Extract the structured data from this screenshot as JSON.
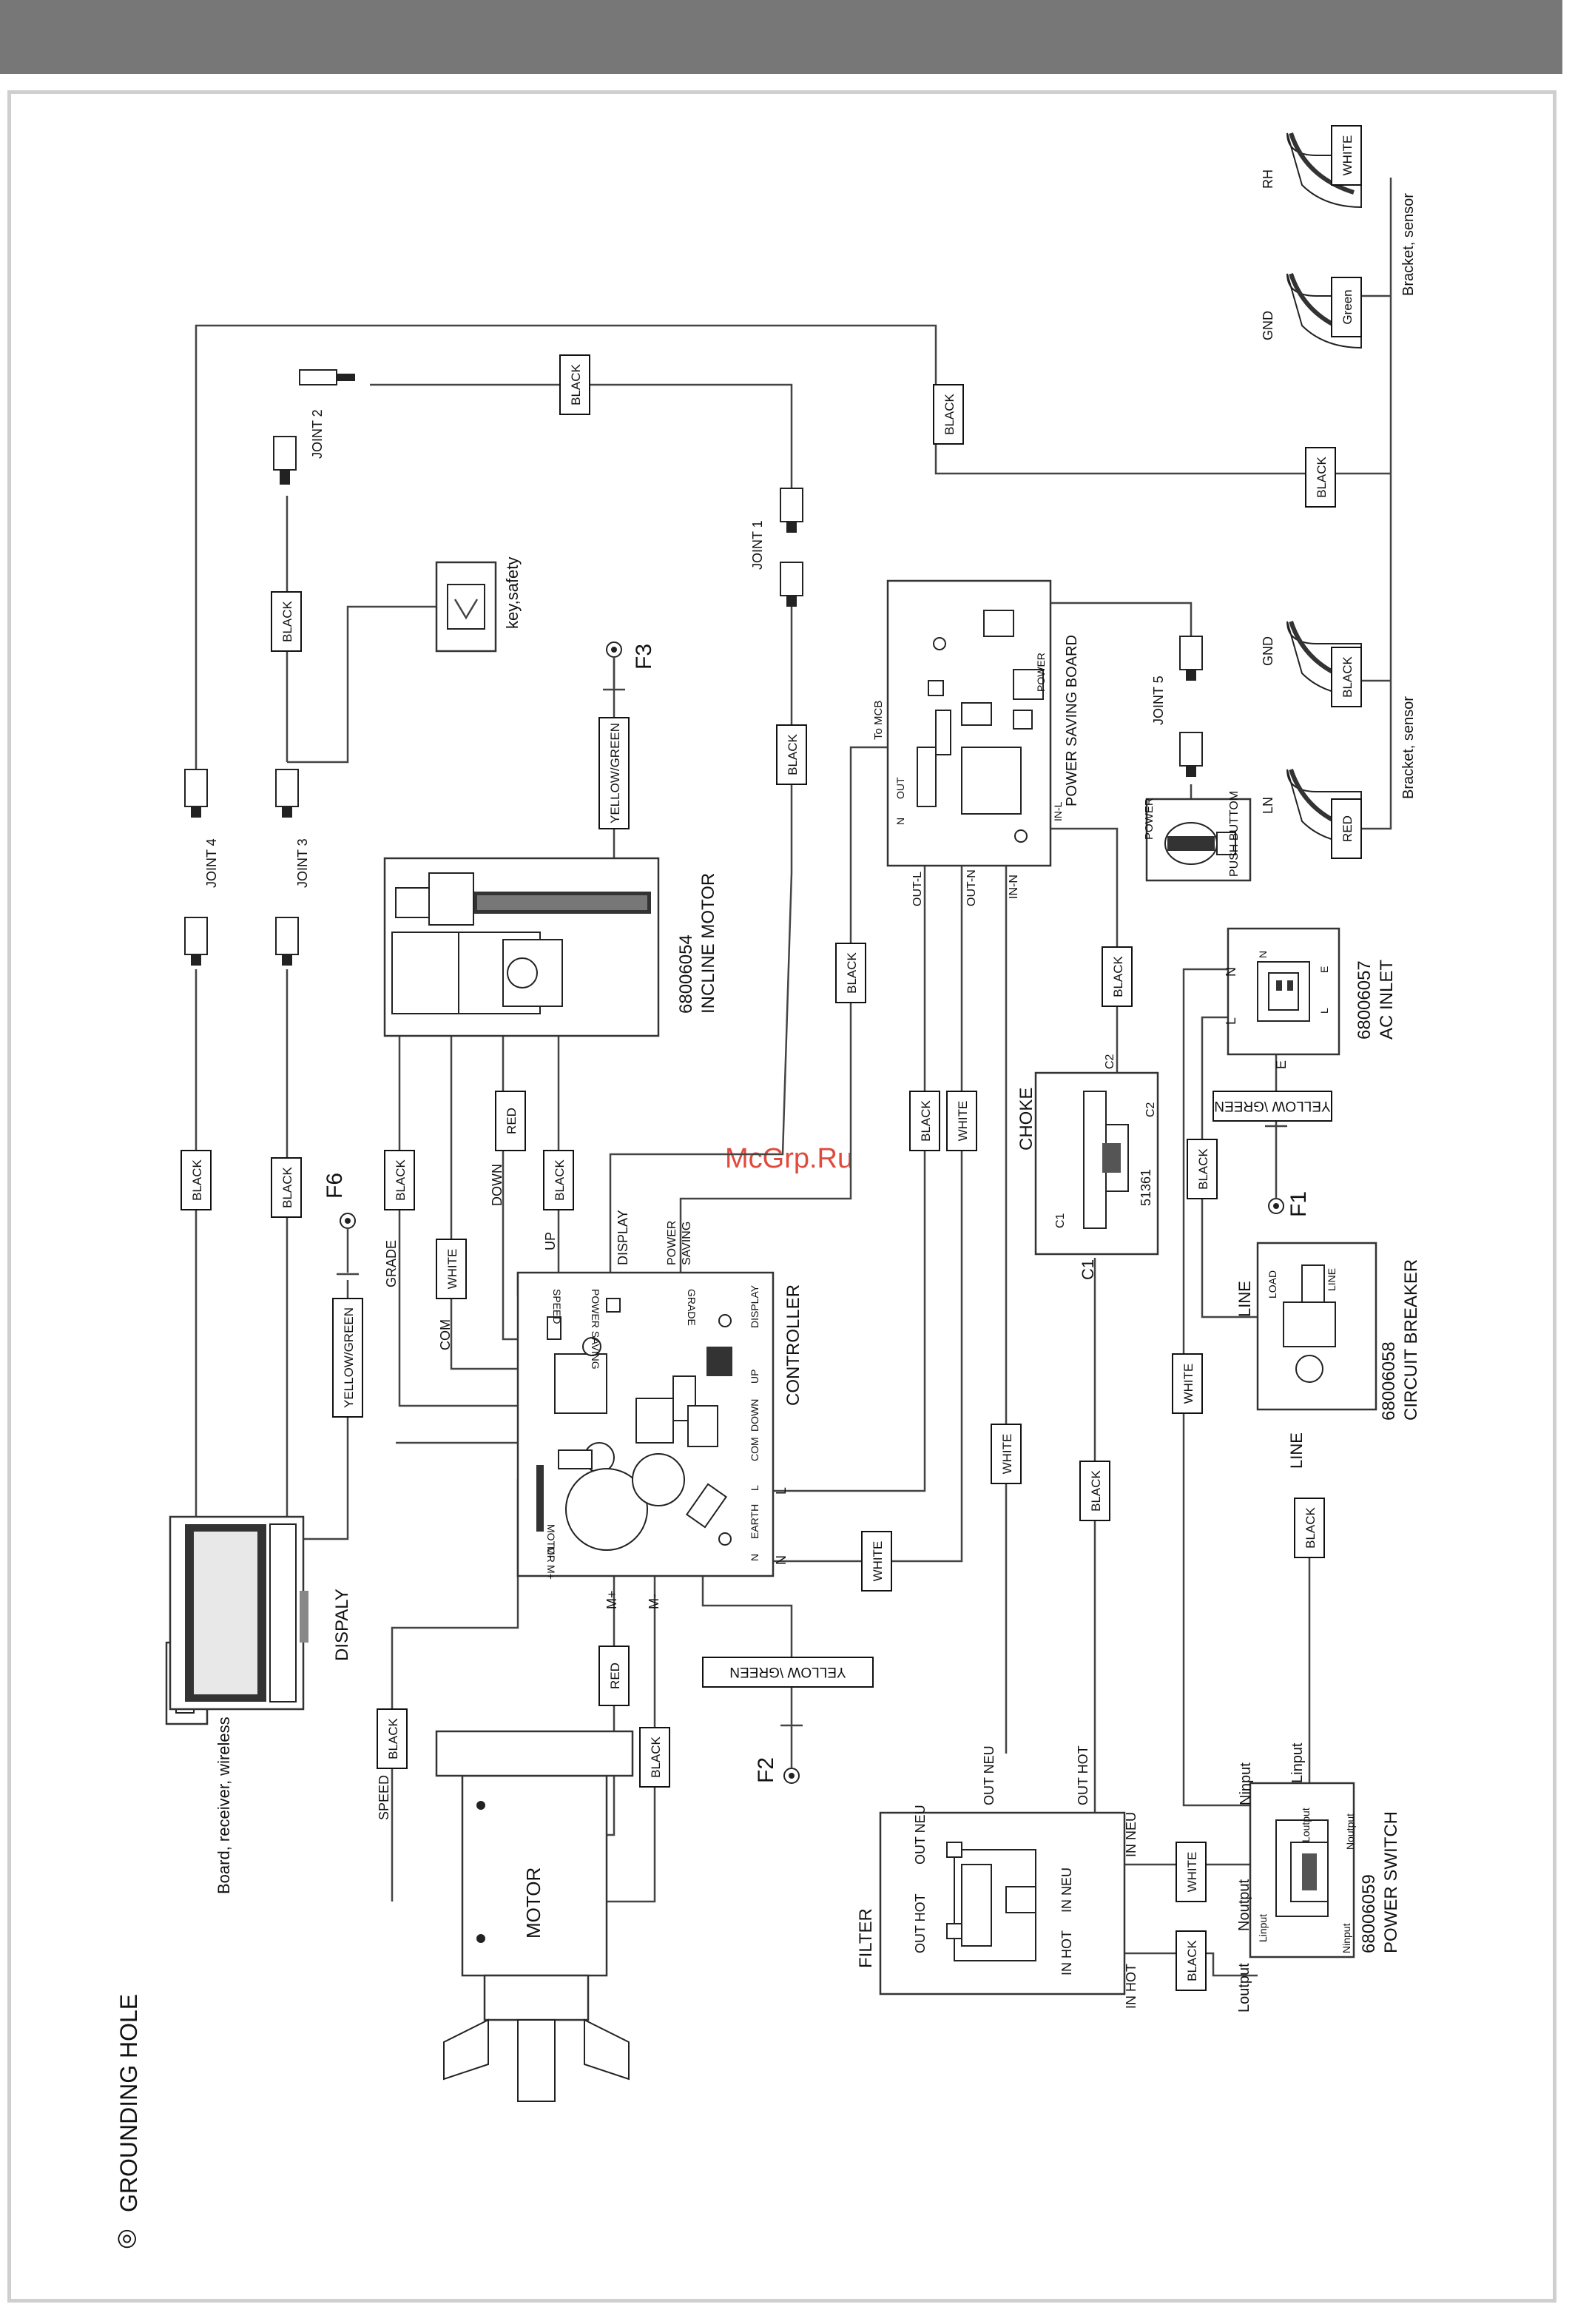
{
  "watermark": "McGrp.Ru",
  "legend": {
    "symbol": "◎",
    "text": "GROUNDING HOLE"
  },
  "components": {
    "board": "Board, receiver, wireless",
    "motor": "MOTOR",
    "display": "DISPALY",
    "controller": "CONTROLLER",
    "incline_motor_code": "68006054",
    "incline_motor": "INCLINE MOTOR",
    "filter": "FILTER",
    "choke": "CHOKE",
    "choke_code": "51361",
    "power_saving_board": "POWER SAVING BOARD",
    "power_switch_code": "68006059",
    "power_switch": "POWER SWITCH",
    "circuit_breaker_code": "68006058",
    "circuit_breaker": "CIRCUIT BREAKER",
    "ac_inlet_code": "68006057",
    "ac_inlet": "AC INLET",
    "key_safety": "key,safety",
    "push_button": "PUSH BUTTOM",
    "bracket_sensor": "Bracket, sensor"
  },
  "joints": [
    "JOINT 1",
    "JOINT 2",
    "JOINT 3",
    "JOINT 4",
    "JOINT 5"
  ],
  "grounds": [
    "F1",
    "F2",
    "F3",
    "F6"
  ],
  "wire_colors": {
    "black": "BLACK",
    "white": "WHITE",
    "red": "RED",
    "green": "Green",
    "yellow_green": "YELLOW/GREEN",
    "yellow_green_sp": "YELLOW \\GREEN"
  },
  "controller_pins": {
    "speed": "SPEED",
    "power_saving": "POWER SAVING",
    "grade": "GRADE",
    "display": "DISPLAY",
    "up": "UP",
    "down": "DOWN",
    "com": "COM",
    "l": "L",
    "earth": "EARTH",
    "n": "N",
    "m_minus": "M-",
    "motor": "MOTOR",
    "m_plus": "M+"
  },
  "wire_labels": {
    "speed": "SPEED",
    "grade": "GRADE",
    "com": "COM",
    "down": "DOWN",
    "up": "UP",
    "display": "DISPLAY",
    "power_saving_1": "POWER",
    "power_saving_2": "SAVING",
    "m_plus": "M+",
    "m_minus": "M-",
    "l": "L",
    "n": "N",
    "out_neu": "OUT NEU",
    "out_hot": "OUT HOT",
    "in_neu": "IN NEU",
    "in_hot": "IN HOT",
    "out_l": "OUT-L",
    "out_n": "OUT-N",
    "in_n": "IN-N",
    "in_l": "IN-L",
    "to_mcb": "To MCB",
    "c1": "C1",
    "c2": "C2",
    "line": "LINE",
    "load": "LOAD",
    "ninput": "Ninput",
    "linput": "Linput",
    "noutput": "Noutput",
    "loutput": "Loutput",
    "e": "E",
    "rh": "RH",
    "gnd": "GND",
    "ln": "LN",
    "power": "POWER",
    "out": "OUT"
  },
  "filter_pins": {
    "out_hot": "OUT HOT",
    "out_neu": "OUT NEU",
    "in_neu": "IN NEU",
    "in_hot": "IN HOT"
  }
}
